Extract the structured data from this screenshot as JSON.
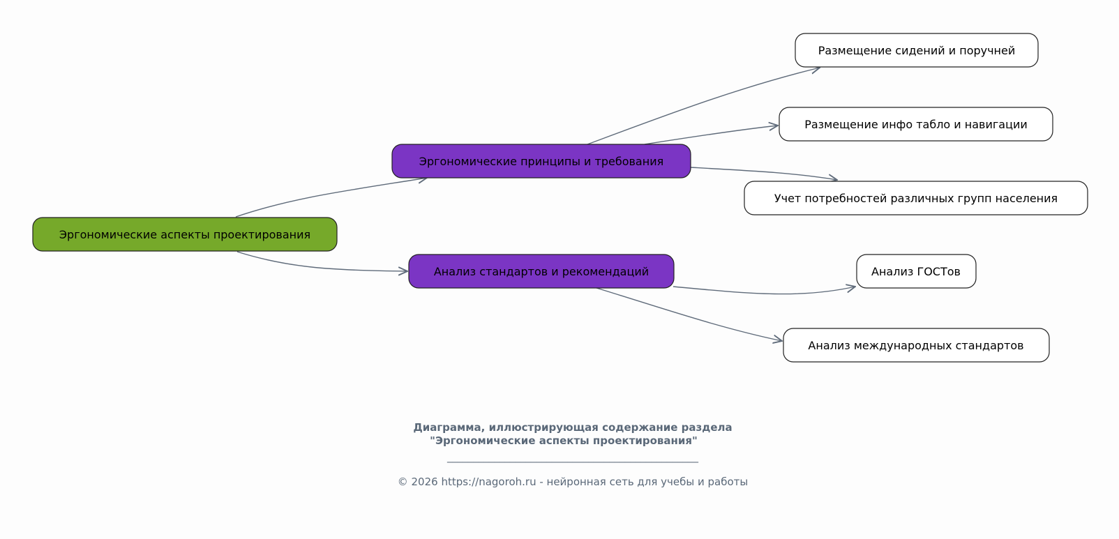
{
  "colors": {
    "root": "#76a92a",
    "branch": "#7b35c4",
    "leaf": "#ffffff",
    "edge": "#5f6b7a",
    "caption": "#5a6878"
  },
  "nodes": {
    "root": "Эргономические аспекты проектирования",
    "branch1": "Эргономические принципы и требования",
    "branch2": "Анализ стандартов и рекомендаций",
    "leaf1": "Размещение сидений и поручней",
    "leaf2": "Размещение инфо табло и навигации",
    "leaf3": "Учет потребностей различных групп населения",
    "leaf4": "Анализ ГОСТов",
    "leaf5": "Анализ международных стандартов"
  },
  "caption": {
    "line1": "Диаграмма, иллюстрирующая содержание раздела",
    "line2": "\"Эргономические аспекты проектирования\"",
    "separator": "________________________________________________",
    "footer": "© 2026 https://nagoroh.ru - нейронная сеть для учебы и работы"
  }
}
